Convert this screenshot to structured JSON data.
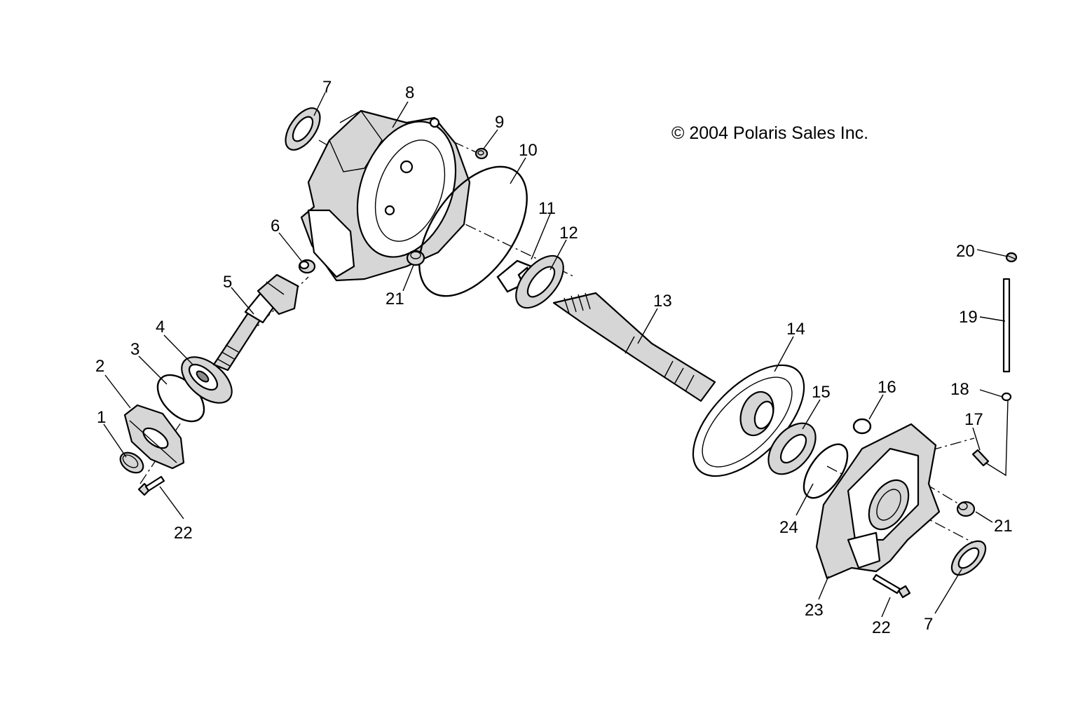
{
  "copyright": "© 2004 Polaris Sales Inc.",
  "labels": {
    "l1": "1",
    "l2": "2",
    "l3": "3",
    "l4": "4",
    "l5": "5",
    "l6": "6",
    "l7a": "7",
    "l7b": "7",
    "l8": "8",
    "l9": "9",
    "l10": "10",
    "l11": "11",
    "l12": "12",
    "l13": "13",
    "l14": "14",
    "l15": "15",
    "l16": "16",
    "l17": "17",
    "l18": "18",
    "l19": "19",
    "l20": "20",
    "l21a": "21",
    "l21b": "21",
    "l22a": "22",
    "l22b": "22",
    "l23": "23",
    "l24": "24"
  }
}
